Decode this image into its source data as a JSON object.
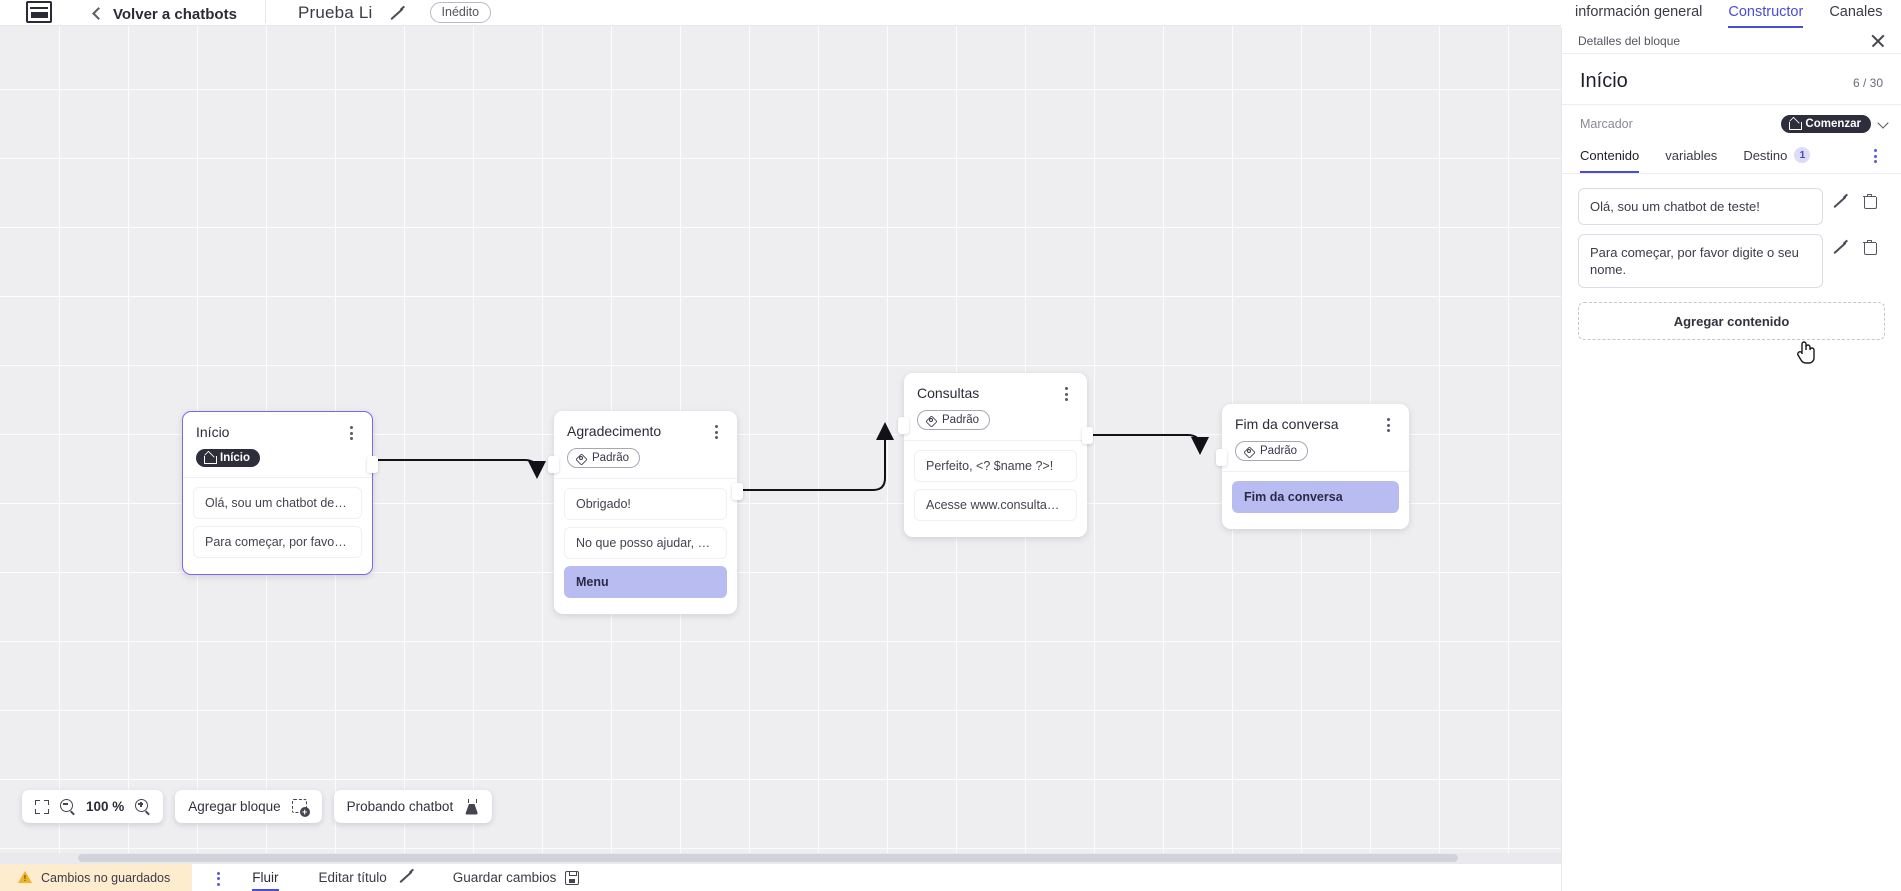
{
  "topbar": {
    "logo_name": "app-logo",
    "back_label": "Volver a chatbots",
    "doc_title": "Prueba Li",
    "status_pill": "Inédito",
    "tabs": [
      {
        "label": "información general",
        "active": false
      },
      {
        "label": "Constructor",
        "active": true
      },
      {
        "label": "Canales",
        "active": false
      }
    ]
  },
  "canvas": {
    "zoom_level": "100 %",
    "add_block_label": "Agregar bloque",
    "test_chatbot_label": "Probando chatbot",
    "nodes": [
      {
        "title": "Início",
        "tag": "Início",
        "tag_style": "dark",
        "messages": [
          {
            "text": "Olá, sou um chatbot de teste!",
            "style": "plain"
          },
          {
            "text": "Para começar, por favor digite o ...",
            "style": "plain"
          }
        ]
      },
      {
        "title": "Agradecimento",
        "tag": "Padrão",
        "tag_style": "light",
        "messages": [
          {
            "text": "Obrigado!",
            "style": "plain"
          },
          {
            "text": "No que posso ajudar, <? $name ...",
            "style": "plain"
          },
          {
            "text": "Menu",
            "style": "highlight"
          }
        ]
      },
      {
        "title": "Consultas",
        "tag": "Padrão",
        "tag_style": "light",
        "messages": [
          {
            "text": "Perfeito, <? $name ?>!",
            "style": "plain"
          },
          {
            "text": "Acesse www.consultas.com par...",
            "style": "plain"
          }
        ]
      },
      {
        "title": "Fim da conversa",
        "tag": "Padrão",
        "tag_style": "light",
        "messages": [
          {
            "text": "Fim da conversa",
            "style": "highlight"
          }
        ]
      }
    ]
  },
  "panel": {
    "header_label": "Detalles del bloque",
    "title": "Início",
    "counter": "6 / 30",
    "marker_label": "Marcador",
    "marker_value": "Comenzar",
    "tabs": [
      {
        "label": "Contenido",
        "badge": "",
        "active": true
      },
      {
        "label": "variables",
        "badge": "",
        "active": false
      },
      {
        "label": "Destino",
        "badge": "1",
        "active": false
      }
    ],
    "content_items": [
      {
        "text": "Olá, sou um chatbot de teste!"
      },
      {
        "text": "Para começar, por favor digite o seu nome."
      }
    ],
    "add_content_label": "Agregar contenido"
  },
  "statusbar": {
    "unsaved_label": "Cambios no guardados",
    "flow_tab": "Fluir",
    "edit_title_label": "Editar título",
    "save_label": "Guardar cambios"
  },
  "colors": {
    "accent": "#4b4bdb",
    "node_selected_border": "#7b68ee",
    "highlight_msg": "#b9bcf0",
    "tag_dark": "#2d2d3c",
    "warn_bg": "#fdeccd"
  }
}
